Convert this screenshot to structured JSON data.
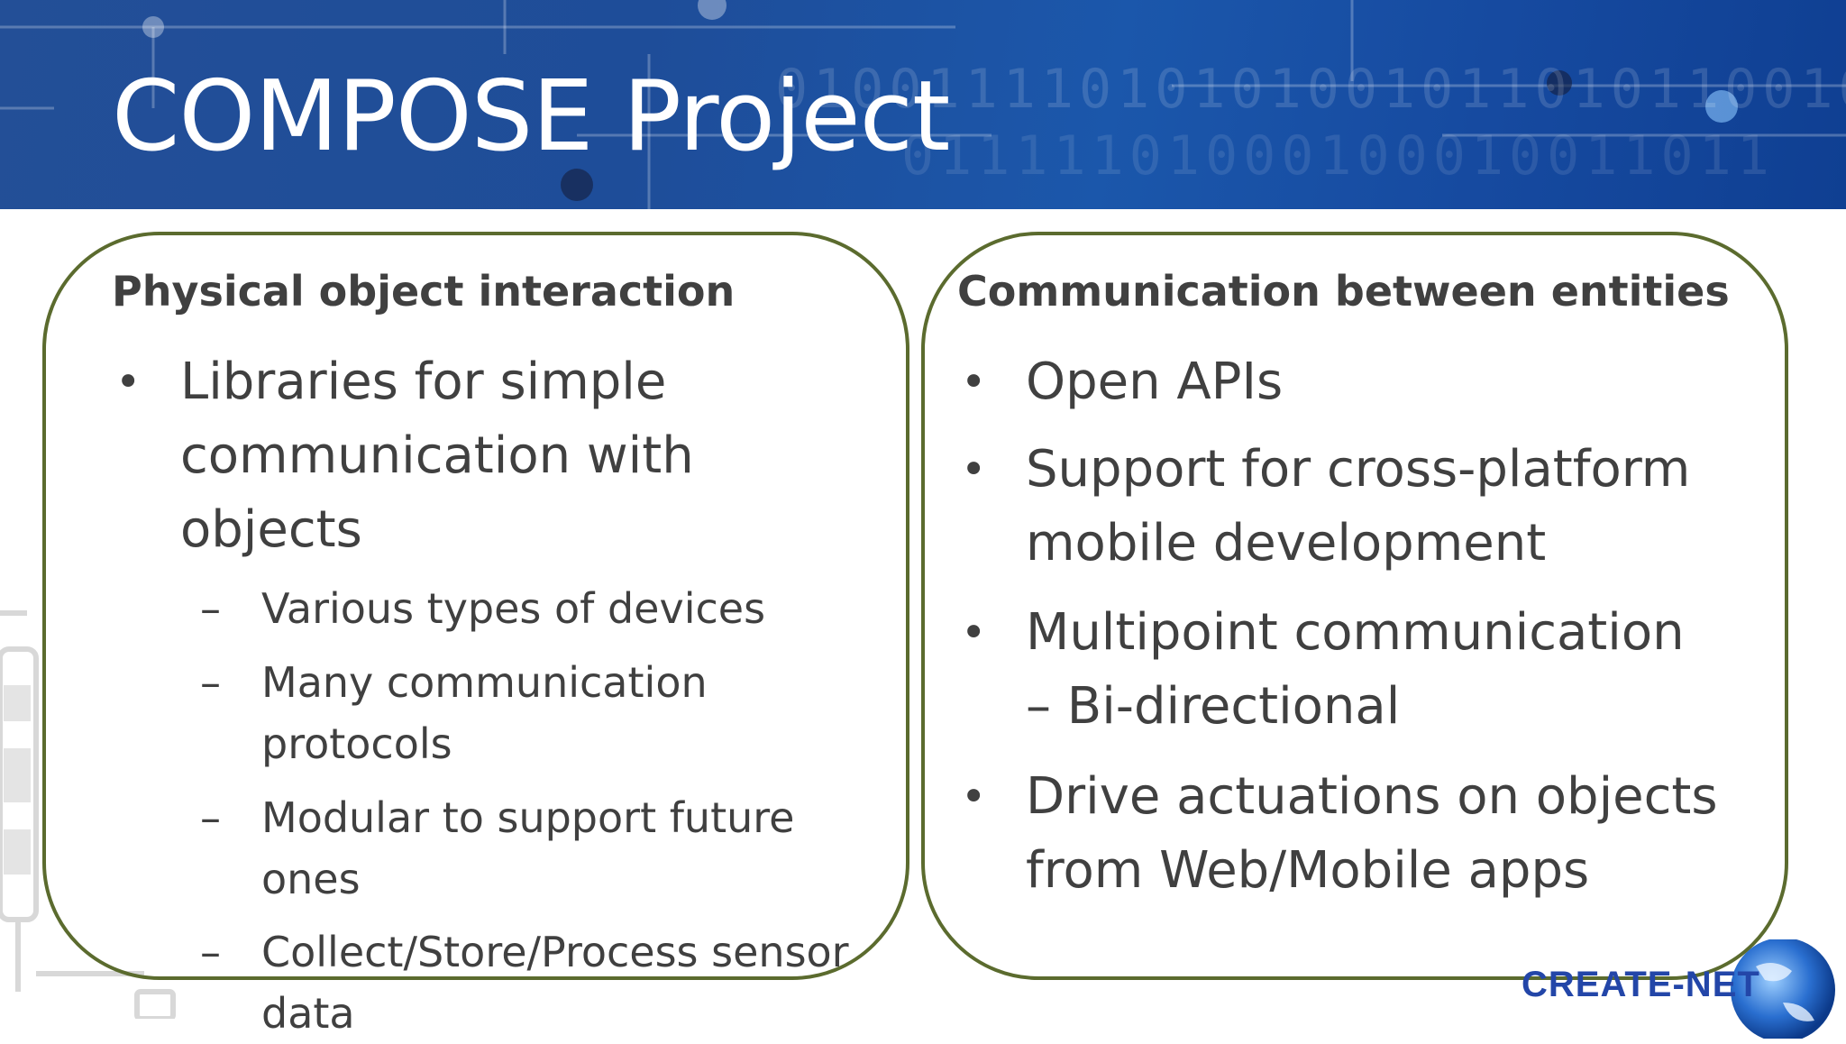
{
  "slide": {
    "title": "COMPOSE Project"
  },
  "left_box": {
    "heading": "Physical object interaction",
    "bullets": [
      {
        "text": "Libraries for simple communication with objects",
        "lines": [
          "Libraries for simple",
          "communication with",
          "objects"
        ],
        "sub": [
          {
            "lines": [
              "Various types of devices"
            ]
          },
          {
            "lines": [
              "Many communication",
              "protocols"
            ]
          },
          {
            "lines": [
              "Modular to support future",
              "ones"
            ]
          },
          {
            "lines": [
              "Collect/Store/Process sensor",
              "data"
            ]
          }
        ]
      }
    ]
  },
  "right_box": {
    "heading": "Communication between entities",
    "bullets": [
      {
        "lines": [
          "Open APIs"
        ]
      },
      {
        "lines": [
          "Support for cross-platform",
          "mobile development"
        ]
      },
      {
        "lines": [
          "Multipoint communication",
          "– Bi-directional"
        ]
      },
      {
        "lines": [
          "Drive actuations on objects",
          "from Web/Mobile apps"
        ]
      }
    ]
  },
  "glyphs": {
    "bullet": "•",
    "dash": "–"
  },
  "logo": {
    "text": "CREATE-NET"
  },
  "colors": {
    "banner": "#1e4d99",
    "box_border": "#5b6b2e",
    "body_text": "#404040",
    "logo_text": "#2346a8"
  }
}
